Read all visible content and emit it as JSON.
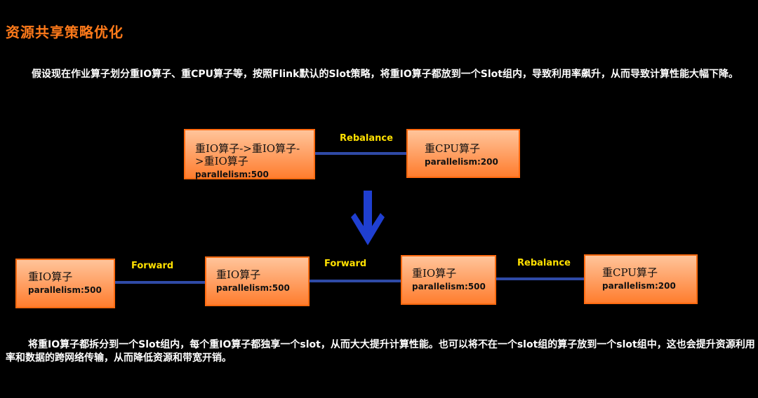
{
  "title": "资源共享策略优化",
  "intro": "假设现在作业算子划分重IO算子、重CPU算子等，按照Flink默认的Slot策略，将重IO算子都放到一个Slot组内，导致利用率飙升，从而导致计算性能大幅下降。",
  "before": {
    "node_io": {
      "label": "重IO算子->重IO算子->重IO算子",
      "parallelism": "parallelism:500"
    },
    "node_cpu": {
      "label": "重CPU算子",
      "parallelism": "parallelism:200"
    },
    "edge_label": "Rebalance"
  },
  "after": {
    "nodes": [
      {
        "label": "重IO算子",
        "parallelism": "parallelism:500"
      },
      {
        "label": "重IO算子",
        "parallelism": "parallelism:500"
      },
      {
        "label": "重IO算子",
        "parallelism": "parallelism:500"
      },
      {
        "label": "重CPU算子",
        "parallelism": "parallelism:200"
      }
    ],
    "edge_labels": [
      "Forward",
      "Forward",
      "Rebalance"
    ]
  },
  "conclusion": "将重IO算子都拆分到一个Slot组内，每个重IO算子都独享一个slot，从而大大提升计算性能。也可以将不在一个slot组的算子放到一个slot组中，这也会提升资源利用率和数据的跨网络传输，从而降低资源和带宽开销。",
  "colors": {
    "title": "#ff7a1a",
    "edge": "#2f4aa6",
    "edge_label": "#ffe000",
    "arrow": "#1f3fd1",
    "node_border": "#ff6a10"
  }
}
